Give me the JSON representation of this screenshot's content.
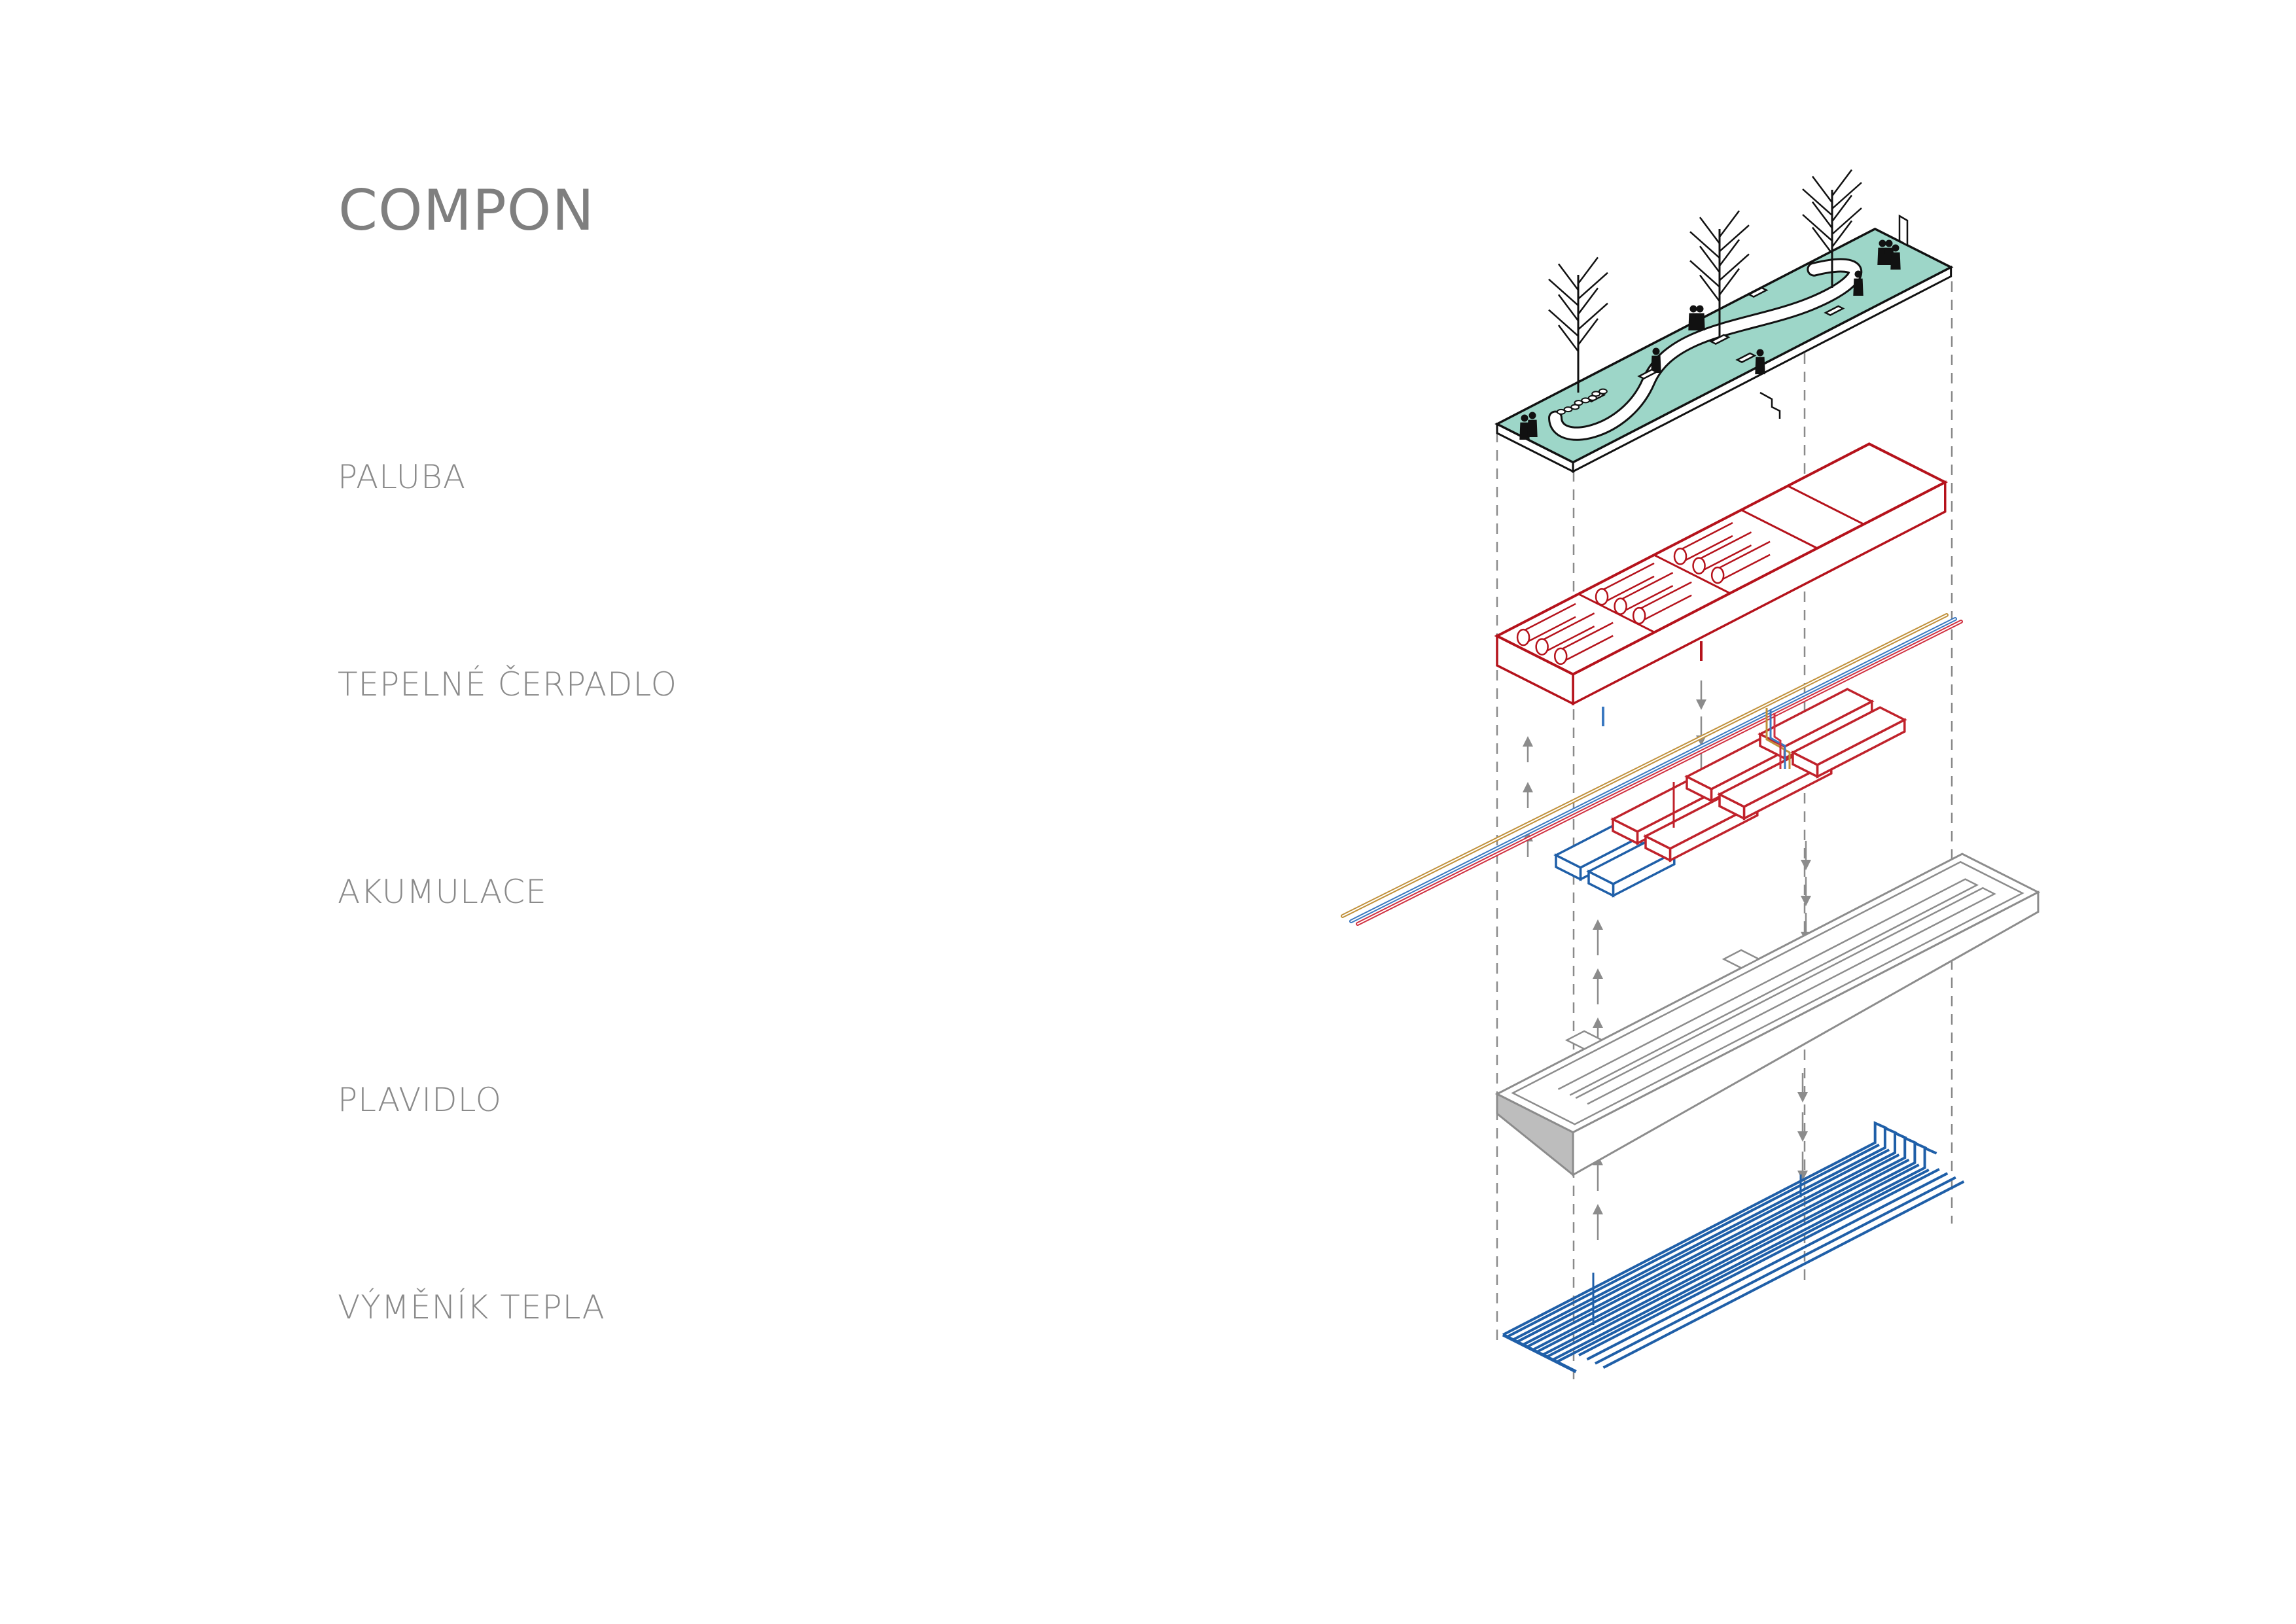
{
  "title": "COMPON",
  "layers": [
    {
      "id": "paluba",
      "label": "PALUBA",
      "color": "#9dd6c8"
    },
    {
      "id": "tepelne-cerpadlo",
      "label": "TEPELNÉ ČERPADLO",
      "color": "#b5121b"
    },
    {
      "id": "akumulace",
      "label": "AKUMULACE",
      "color": "#c0222b"
    },
    {
      "id": "plavidlo",
      "label": "PLAVIDLO",
      "color": "#8c8c8c"
    },
    {
      "id": "vymenik-tepla",
      "label": "VÝMĚNÍK TEPLA",
      "color": "#1f5fa8"
    }
  ],
  "pipes": [
    {
      "name": "gold-pipe",
      "color": "#c0903a"
    },
    {
      "name": "blue-pipe",
      "color": "#3a78c0"
    },
    {
      "name": "red-pipe",
      "color": "#d03040"
    }
  ],
  "cold_tank_color": "#1f5fa8",
  "guide_color": "#8a8a8a"
}
